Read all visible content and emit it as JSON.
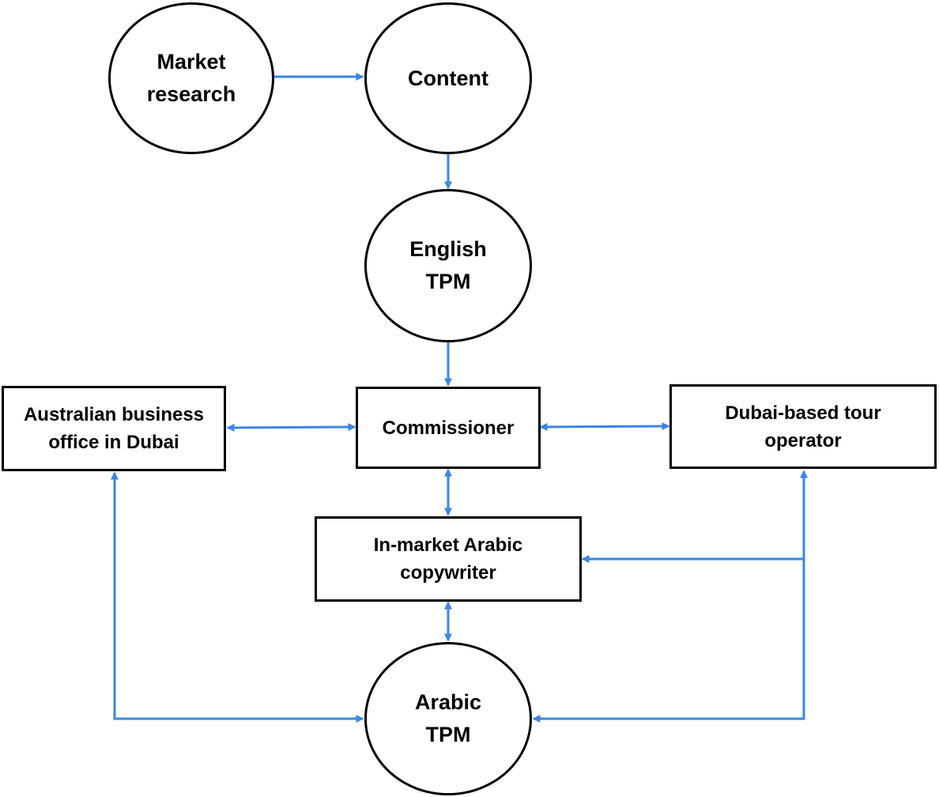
{
  "diagram": {
    "nodes": {
      "market_research": {
        "line1": "Market",
        "line2": "research",
        "shape": "ellipse"
      },
      "content": {
        "line1": "Content",
        "shape": "ellipse"
      },
      "english_tpm": {
        "line1": "English",
        "line2": "TPM",
        "shape": "ellipse"
      },
      "commissioner": {
        "line1": "Commissioner",
        "shape": "rectangle"
      },
      "australian_office": {
        "line1": "Australian business",
        "line2": "office in Dubai",
        "shape": "rectangle"
      },
      "dubai_operator": {
        "line1": "Dubai-based tour",
        "line2": "operator",
        "shape": "rectangle"
      },
      "copywriter": {
        "line1": "In-market Arabic",
        "line2": "copywriter",
        "shape": "rectangle"
      },
      "arabic_tpm": {
        "line1": "Arabic",
        "line2": "TPM",
        "shape": "ellipse"
      }
    },
    "edges": [
      {
        "from": "market_research",
        "to": "content",
        "direction": "forward"
      },
      {
        "from": "content",
        "to": "english_tpm",
        "direction": "forward"
      },
      {
        "from": "english_tpm",
        "to": "commissioner",
        "direction": "forward"
      },
      {
        "from": "australian_office",
        "to": "commissioner",
        "direction": "both"
      },
      {
        "from": "commissioner",
        "to": "dubai_operator",
        "direction": "both"
      },
      {
        "from": "commissioner",
        "to": "copywriter",
        "direction": "both"
      },
      {
        "from": "copywriter",
        "to": "arabic_tpm",
        "direction": "both"
      },
      {
        "from": "arabic_tpm",
        "to": "australian_office",
        "direction": "both"
      },
      {
        "from": "dubai_operator",
        "to": "copywriter",
        "direction": "forward"
      },
      {
        "from": "dubai_operator",
        "to": "arabic_tpm",
        "direction": "both"
      }
    ],
    "colors": {
      "arrow": "#3a85e6",
      "outline": "#000000",
      "fill": "#ffffff",
      "text": "#000000"
    }
  }
}
